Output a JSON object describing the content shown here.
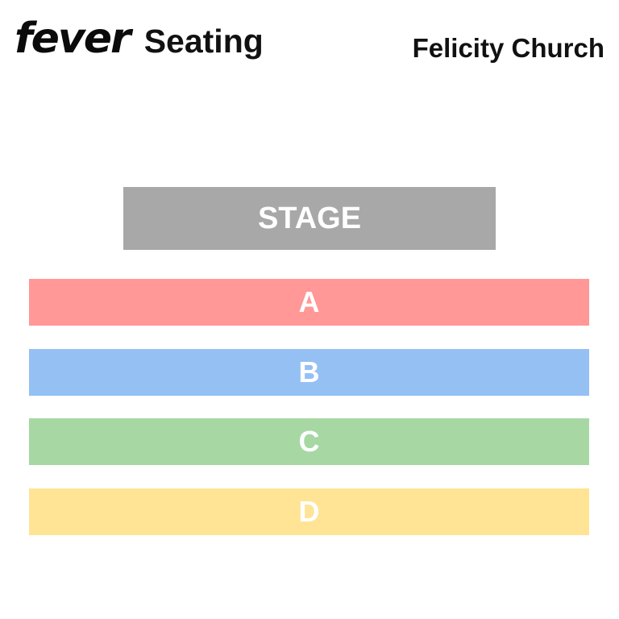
{
  "header": {
    "logo_text": "fever",
    "title": "Seating",
    "venue": "Felicity Church"
  },
  "stage": {
    "label": "STAGE",
    "color": "#a9a8a8"
  },
  "sections": [
    {
      "label": "A",
      "color": "#ff9896"
    },
    {
      "label": "B",
      "color": "#95c0f4"
    },
    {
      "label": "C",
      "color": "#a7d8a4"
    },
    {
      "label": "D",
      "color": "#ffe496"
    }
  ]
}
